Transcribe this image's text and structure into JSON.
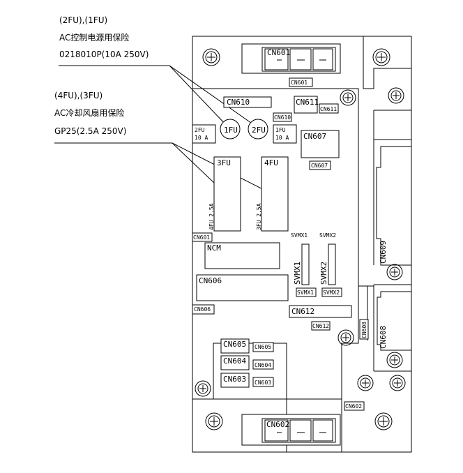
{
  "annotations": {
    "fu12_title": "(2FU),(1FU)",
    "fu12_desc": "AC控制电源用保险",
    "fu12_part": "0218010P(10A 250V)",
    "fu34_title": "(4FU),(3FU)",
    "fu34_desc": "AC冷却风扇用保险",
    "fu34_part": "GP25(2.5A 250V)"
  },
  "connectors": {
    "cn601": "CN601",
    "cn601_tag": "CN601",
    "cn601_side": "CN601",
    "cn602": "CN602",
    "cn602_tag": "CN602",
    "cn603": "CN603",
    "cn603_tag": "CN603",
    "cn604": "CN604",
    "cn604_tag": "CN604",
    "cn605": "CN605",
    "cn605_tag": "CN605",
    "cn606": "CN606",
    "cn606_tag": "CN606",
    "cn607": "CN607",
    "cn607_tag": "CN607",
    "cn608": "CN608",
    "cn608_tag": "CN608",
    "cn609": "CN609",
    "cn610": "CN610",
    "cn610_tag": "CN610",
    "cn611": "CN611",
    "cn611_tag": "CN611",
    "cn612": "CN612",
    "cn612_tag": "CN612",
    "ncm": "NCM",
    "svmx1": "SVMX1",
    "svmx1_top": "SVMX1",
    "svmx1_tag": "SVMX1",
    "svmx2": "SVMX2",
    "svmx2_top": "SVMX2",
    "svmx2_tag": "SVMX2"
  },
  "fuses": {
    "fu1": "1FU",
    "fu2": "2FU",
    "fu2_label_a": "2FU",
    "fu2_label_b": "10 A",
    "fu1_label_a": "1FU",
    "fu1_label_b": "10 A",
    "fu3": "3FU",
    "fu3_rating": "3FU 2.5A",
    "fu4": "4FU",
    "fu4_rating": "4FU 2.5A"
  }
}
